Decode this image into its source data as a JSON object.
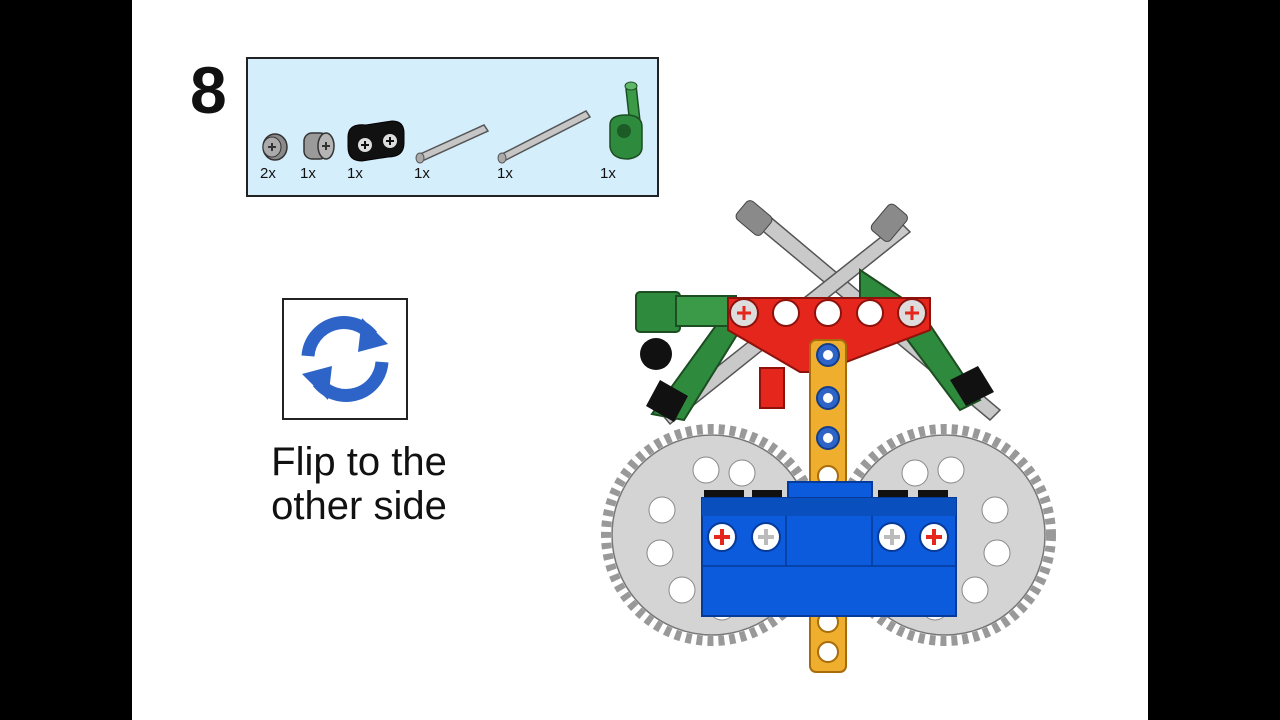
{
  "step": {
    "number": "8"
  },
  "parts": [
    {
      "qty": "2x",
      "icon": "bush-icon"
    },
    {
      "qty": "1x",
      "icon": "half-bush-icon"
    },
    {
      "qty": "1x",
      "icon": "cross-connector-icon"
    },
    {
      "qty": "1x",
      "icon": "axle-short-icon"
    },
    {
      "qty": "1x",
      "icon": "axle-long-icon"
    },
    {
      "qty": "1x",
      "icon": "angle-connector-icon"
    }
  ],
  "instruction": {
    "icon": "flip-rotate-icon",
    "line1": "Flip to the",
    "line2": "other side"
  },
  "colors": {
    "parts_bg": "#d5eefb",
    "flip_icon": "#2e64c8",
    "gear_gray": "#d4d4d4",
    "brick_blue": "#0c5bdc",
    "beam_orange": "#f0ae2e",
    "connector_green": "#2e8b3e",
    "liftarm_red": "#e4261c"
  }
}
